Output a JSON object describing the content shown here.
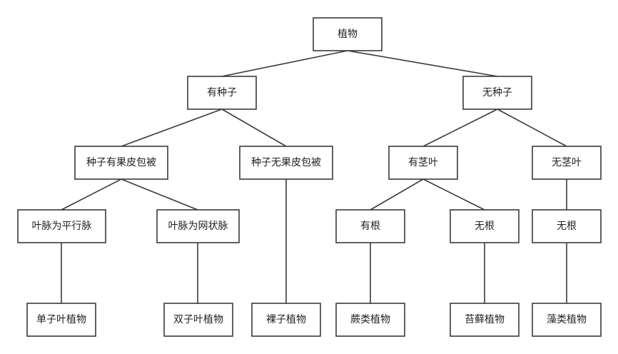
{
  "nodes": {
    "root": "植物",
    "has_seed": "有种子",
    "no_seed": "无种子",
    "seed_with_pericarp": "种子有果皮包被",
    "seed_without_pericarp": "种子无果皮包被",
    "has_stem_leaf": "有茎叶",
    "no_stem_leaf": "无茎叶",
    "parallel_veins": "叶脉为平行脉",
    "netted_veins": "叶脉为网状脉",
    "has_root": "有根",
    "no_root_1": "无根",
    "no_root_2": "无根",
    "monocot": "单子叶植物",
    "dicot": "双子叶植物",
    "gymnosperm": "裸子植物",
    "fern": "蕨类植物",
    "moss": "苔藓植物",
    "algae": "藻类植物"
  },
  "edges": [
    [
      "root",
      "has_seed"
    ],
    [
      "root",
      "no_seed"
    ],
    [
      "has_seed",
      "seed_with_pericarp"
    ],
    [
      "has_seed",
      "seed_without_pericarp"
    ],
    [
      "no_seed",
      "has_stem_leaf"
    ],
    [
      "no_seed",
      "no_stem_leaf"
    ],
    [
      "seed_with_pericarp",
      "parallel_veins"
    ],
    [
      "seed_with_pericarp",
      "netted_veins"
    ],
    [
      "has_stem_leaf",
      "has_root"
    ],
    [
      "has_stem_leaf",
      "no_root_1"
    ],
    [
      "no_stem_leaf",
      "no_root_2"
    ],
    [
      "parallel_veins",
      "monocot"
    ],
    [
      "netted_veins",
      "dicot"
    ],
    [
      "seed_without_pericarp",
      "gymnosperm"
    ],
    [
      "has_root",
      "fern"
    ],
    [
      "no_root_1",
      "moss"
    ],
    [
      "no_root_2",
      "algae"
    ]
  ]
}
